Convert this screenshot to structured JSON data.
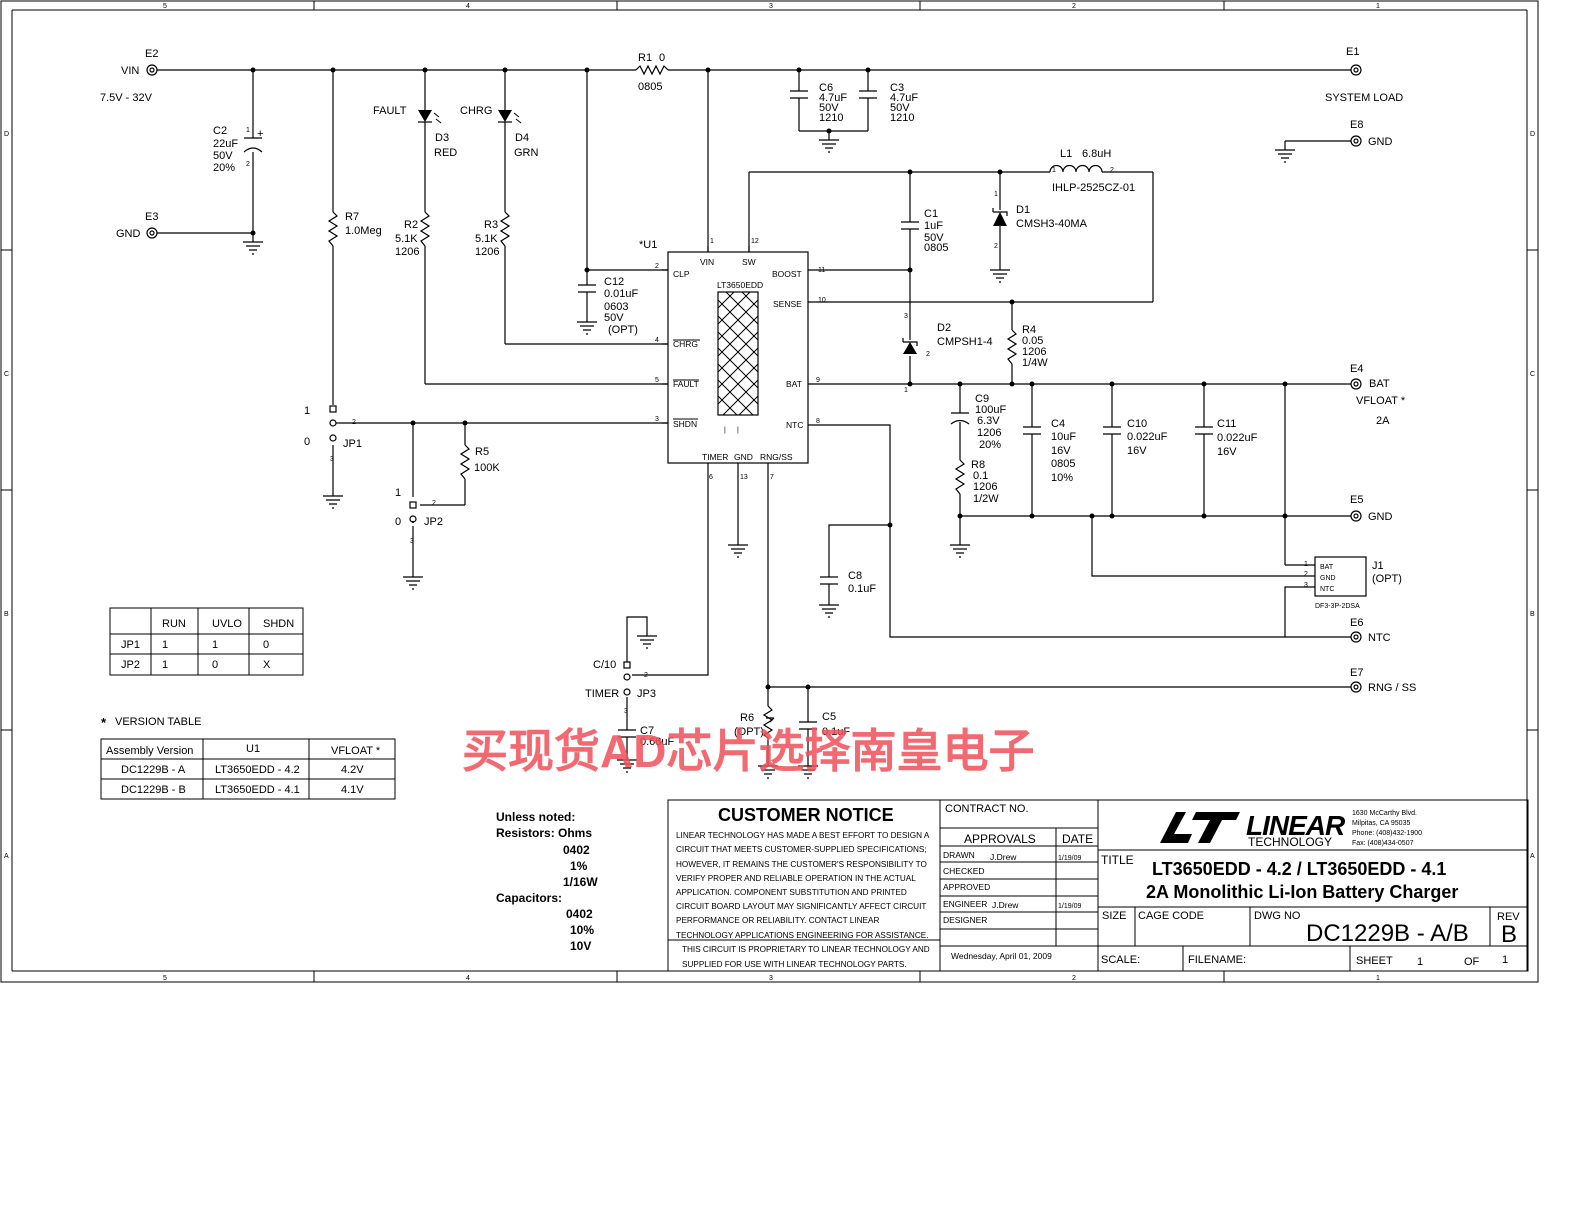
{
  "border": {
    "cols": [
      "5",
      "4",
      "3",
      "2",
      "1"
    ],
    "rows": [
      "D",
      "C",
      "B",
      "A"
    ]
  },
  "conn": {
    "e2": {
      "ref": "E2",
      "net": "VIN",
      "note": "7.5V - 32V"
    },
    "e3": {
      "ref": "E3",
      "net": "GND"
    },
    "e1": {
      "ref": "E1",
      "net": "SYSTEM LOAD"
    },
    "e8": {
      "ref": "E8",
      "net": "GND"
    },
    "e4": {
      "ref": "E4",
      "net": "BAT",
      "note1": "VFLOAT *",
      "note2": "2A"
    },
    "e5": {
      "ref": "E5",
      "net": "GND"
    },
    "e6": {
      "ref": "E6",
      "net": "NTC"
    },
    "e7": {
      "ref": "E7",
      "net": "RNG / SS"
    }
  },
  "parts": {
    "c2": [
      "C2",
      "22uF",
      "50V",
      "20%"
    ],
    "r7": [
      "R7",
      "1.0Meg"
    ],
    "d3": [
      "FAULT",
      "D3",
      "RED"
    ],
    "d4": [
      "CHRG",
      "D4",
      "GRN"
    ],
    "r2": [
      "R2",
      "5.1K",
      "1206"
    ],
    "r3": [
      "R3",
      "5.1K",
      "1206"
    ],
    "r1": [
      "R1",
      "0",
      "0805"
    ],
    "c6": [
      "C6",
      "4.7uF",
      "50V",
      "1210"
    ],
    "c3": [
      "C3",
      "4.7uF",
      "50V",
      "1210"
    ],
    "l1": [
      "L1",
      "6.8uH",
      "IHLP-2525CZ-01",
      "1",
      "2"
    ],
    "d1": [
      "D1",
      "CMSH3-40MA"
    ],
    "c1": [
      "C1",
      "1uF",
      "50V",
      "0805"
    ],
    "c12": [
      "C12",
      "0.01uF",
      "0603",
      "50V",
      "(OPT)"
    ],
    "d2": [
      "D2",
      "CMPSH1-4"
    ],
    "r4": [
      "R4",
      "0.05",
      "1206",
      "1/4W"
    ],
    "c9": [
      "C9",
      "100uF",
      "6.3V",
      "1206",
      "20%"
    ],
    "r8": [
      "R8",
      "0.1",
      "1206",
      "1/2W"
    ],
    "c4": [
      "C4",
      "10uF",
      "16V",
      "0805",
      "10%"
    ],
    "c10": [
      "C10",
      "0.022uF",
      "16V"
    ],
    "c11": [
      "C11",
      "0.022uF",
      "16V"
    ],
    "r5": [
      "R5",
      "100K"
    ],
    "c8": [
      "C8",
      "0.1uF"
    ],
    "c7": [
      "C7",
      "0.68uF"
    ],
    "r6": [
      "R6",
      "(OPT)"
    ],
    "c5": [
      "C5",
      "0.1uF"
    ],
    "jp1": [
      "JP1",
      "1",
      "0",
      "2"
    ],
    "jp2": [
      "JP2",
      "1",
      "0",
      "2"
    ],
    "jp3": [
      "JP3",
      "C/10",
      "TIMER",
      "2"
    ],
    "j1": [
      "J1",
      "(OPT)",
      "DF3-3P-2DSA",
      "BAT",
      "GND",
      "NTC"
    ]
  },
  "u1": {
    "ref": "*U1",
    "part": "LT3650EDD",
    "pins": {
      "vin": [
        "VIN",
        "1"
      ],
      "sw": [
        "SW",
        "12"
      ],
      "clp": [
        "CLP",
        "2"
      ],
      "chrg": [
        "CHRG",
        "4"
      ],
      "fault": [
        "FAULT",
        "5"
      ],
      "shdn": [
        "SHDN",
        "3"
      ],
      "boost": [
        "BOOST",
        "11"
      ],
      "sense": [
        "SENSE",
        "10"
      ],
      "bat": [
        "BAT",
        "9"
      ],
      "ntc": [
        "NTC",
        "8"
      ],
      "timer": [
        "TIMER",
        "6"
      ],
      "gnd": [
        "GND",
        "13"
      ],
      "rngss": [
        "RNG/SS",
        "7"
      ]
    }
  },
  "jumper_table": {
    "headers": [
      "",
      "RUN",
      "UVLO",
      "SHDN"
    ],
    "rows": [
      [
        "JP1",
        "1",
        "1",
        "0"
      ],
      [
        "JP2",
        "1",
        "0",
        "X"
      ]
    ]
  },
  "version_table": {
    "title": "VERSION TABLE",
    "star": "*",
    "headers": [
      "Assembly Version",
      "U1",
      "VFLOAT *"
    ],
    "rows": [
      [
        "DC1229B - A",
        "LT3650EDD - 4.2",
        "4.2V"
      ],
      [
        "DC1229B - B",
        "LT3650EDD - 4.1",
        "4.1V"
      ]
    ]
  },
  "notes": {
    "l1": "Unless noted:",
    "l2": "Resistors: Ohms",
    "l3": "0402",
    "l4": "1%",
    "l5": "1/16W",
    "l6": "Capacitors:",
    "l7": "0402",
    "l8": "10%",
    "l9": "10V"
  },
  "notice": {
    "title": "CUSTOMER NOTICE",
    "lines": [
      "LINEAR TECHNOLOGY HAS MADE A BEST EFFORT TO DESIGN A",
      "CIRCUIT THAT MEETS CUSTOMER-SUPPLIED SPECIFICATIONS;",
      "HOWEVER, IT REMAINS THE CUSTOMER'S RESPONSIBILITY TO",
      "VERIFY PROPER AND RELIABLE OPERATION IN THE ACTUAL",
      "APPLICATION.  COMPONENT SUBSTITUTION AND PRINTED",
      "CIRCUIT BOARD LAYOUT MAY SIGNIFICANTLY AFFECT CIRCUIT",
      "PERFORMANCE OR RELIABILITY.  CONTACT LINEAR",
      "TECHNOLOGY APPLICATIONS ENGINEERING FOR ASSISTANCE."
    ],
    "foot1": "THIS CIRCUIT IS PROPRIETARY TO LINEAR TECHNOLOGY AND",
    "foot2": "SUPPLIED FOR USE WITH LINEAR TECHNOLOGY PARTS."
  },
  "titleblock": {
    "contract": "CONTRACT NO.",
    "approvals": "APPROVALS",
    "date": "DATE",
    "drawn": "DRAWN",
    "drawn_by": "J.Drew",
    "drawn_date": "1/19/09",
    "checked": "CHECKED",
    "approved": "APPROVED",
    "engineer": "ENGINEER",
    "engineer_by": "J.Drew",
    "engineer_date": "1/19/09",
    "designer": "DESIGNER",
    "print_date": "Wednesday, April 01, 2009",
    "logo": "LINEAR",
    "logo_sub": "TECHNOLOGY",
    "addr": [
      "1630 McCarthy Blvd.",
      "Milpitas, CA 95035",
      "Phone: (408)432-1900",
      "Fax: (408)434-0507"
    ],
    "title_label": "TITLE",
    "title1": "LT3650EDD - 4.2 / LT3650EDD -  4.1",
    "title2": "2A Monolithic Li-Ion Battery Charger",
    "size": "SIZE",
    "cage": "CAGE CODE",
    "dwg_label": "DWG NO",
    "dwg": "DC1229B - A/B",
    "rev_label": "REV",
    "rev": "B",
    "scale": "SCALE:",
    "filename": "FILENAME:",
    "sheet": "SHEET",
    "sheet_no": "1",
    "of": "OF",
    "of_no": "1"
  },
  "watermark": "买现货AD芯片选择南皇电子"
}
